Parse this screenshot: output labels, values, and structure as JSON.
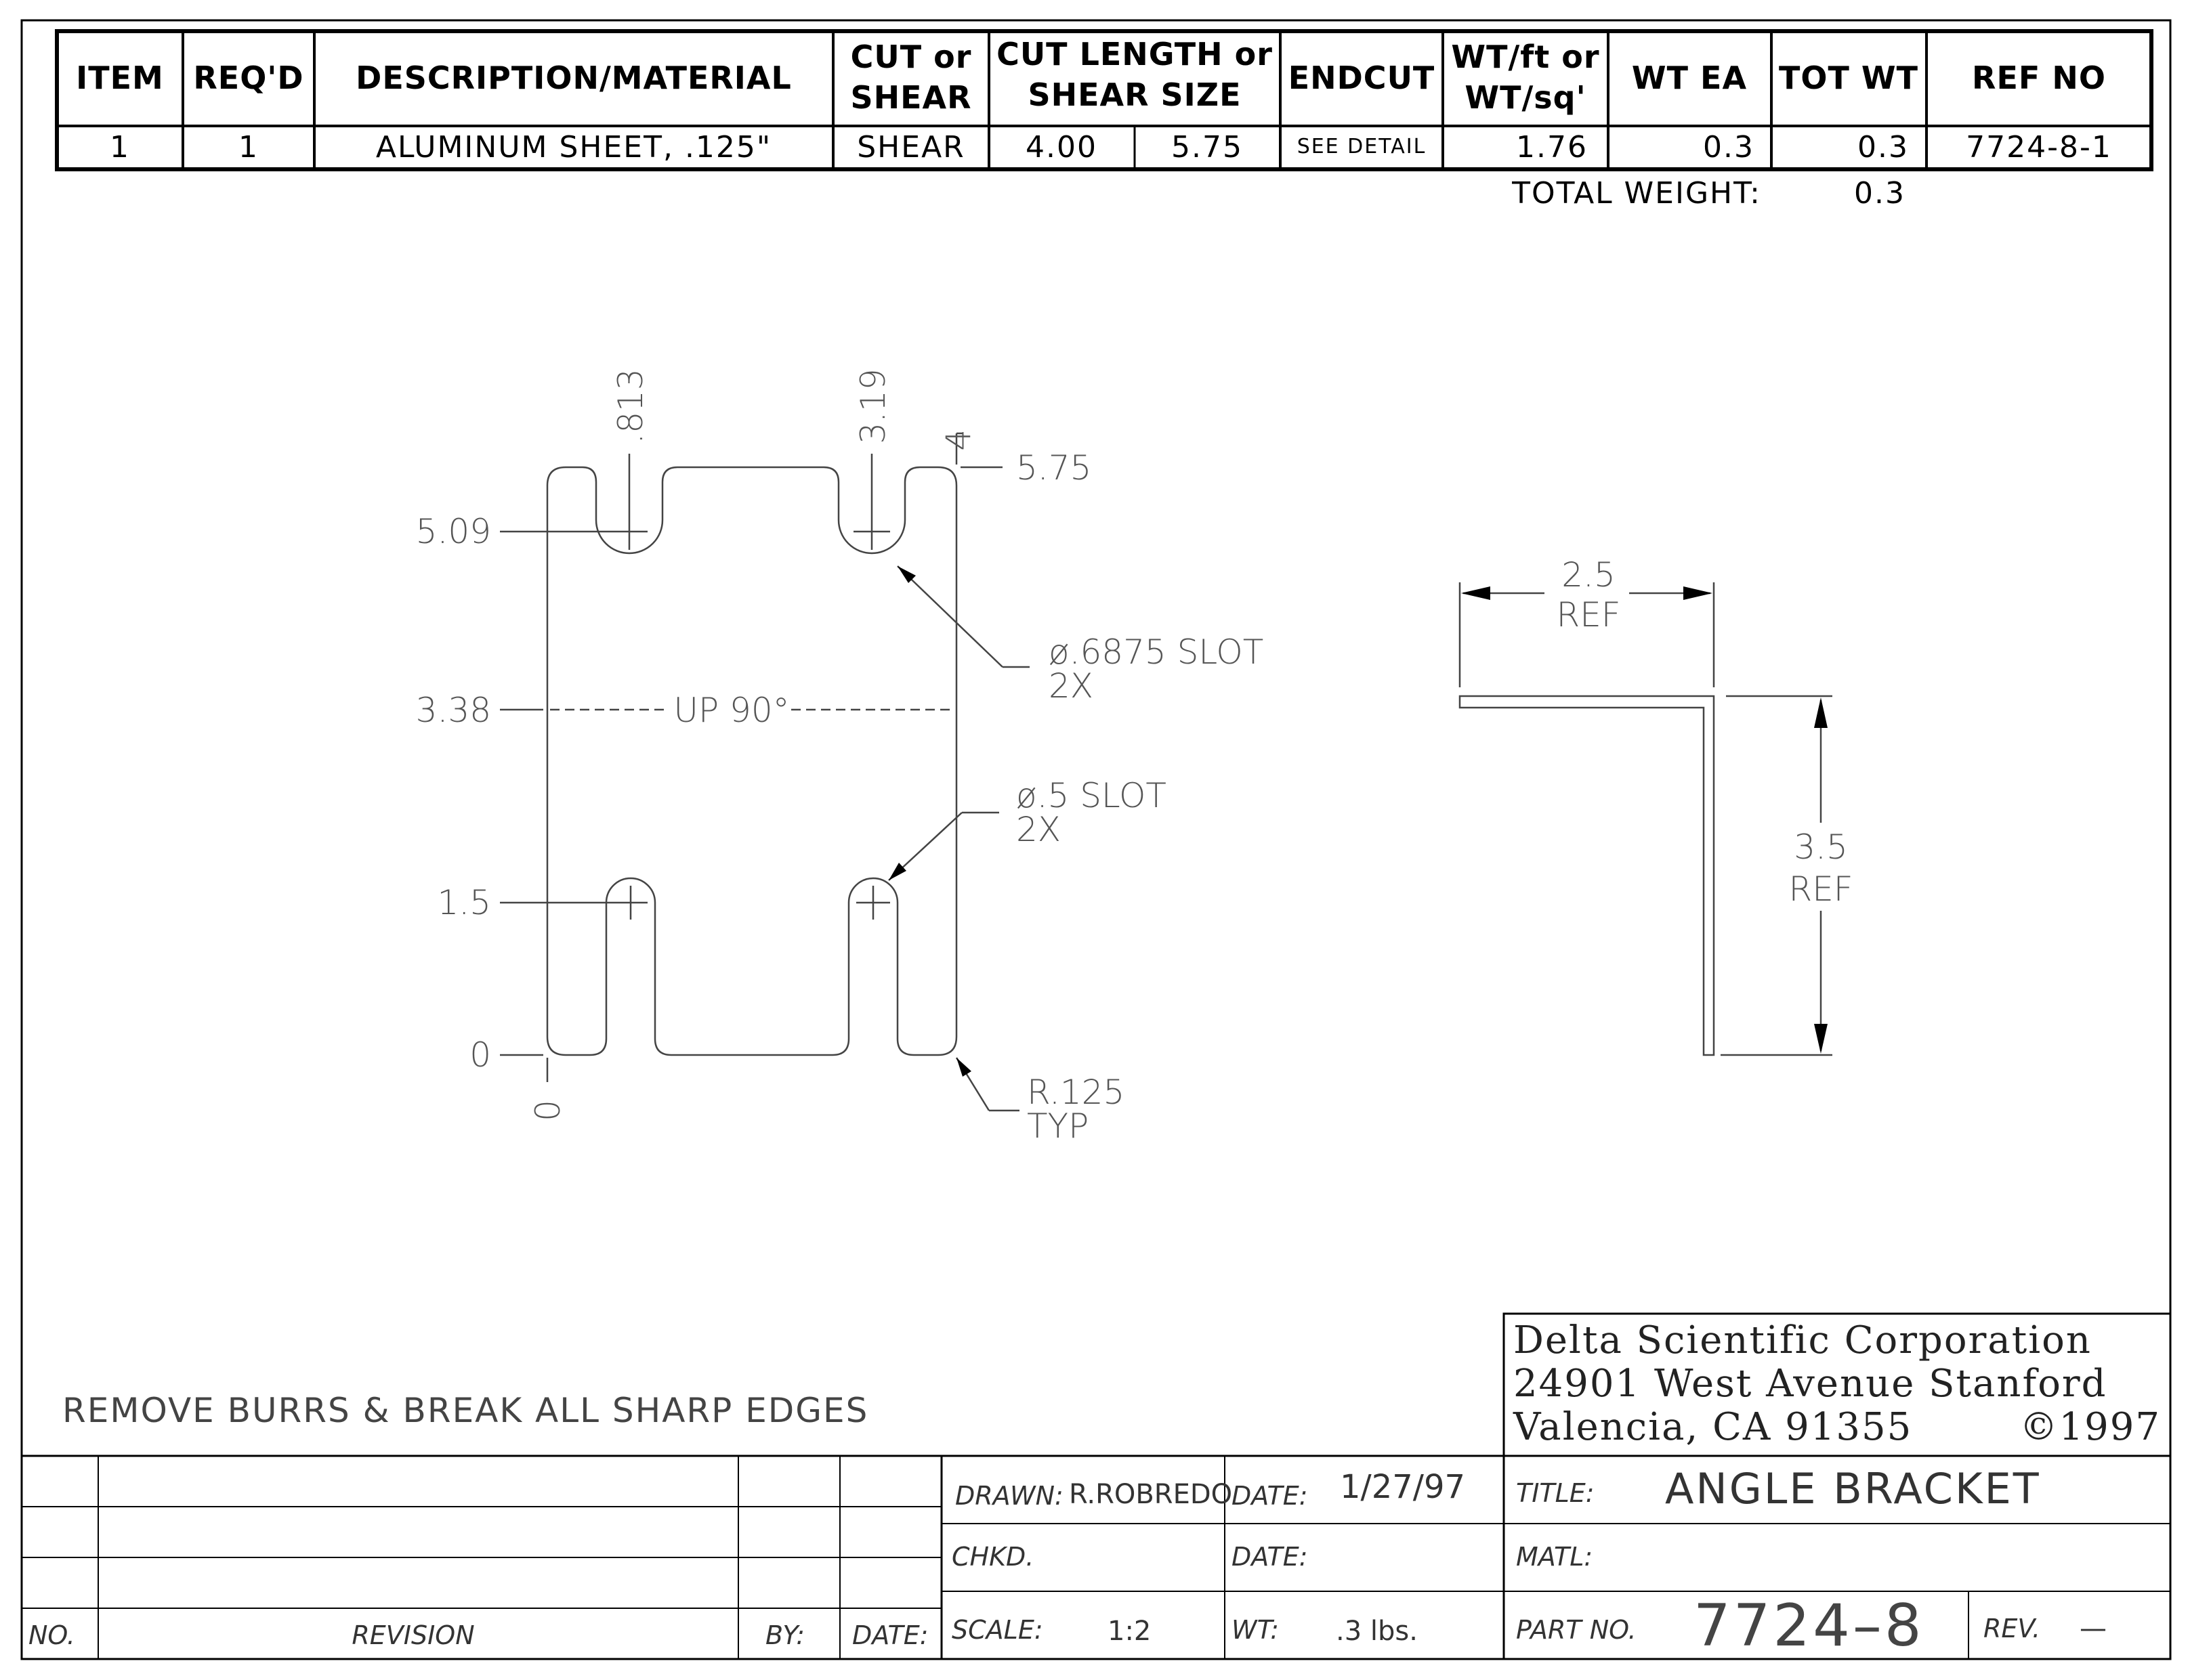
{
  "bom": {
    "headers": {
      "item": "ITEM",
      "reqd": "REQ'D",
      "description": "DESCRIPTION/MATERIAL",
      "cut_line1": "CUT or",
      "cut_line2": "SHEAR",
      "length_line1": "CUT LENGTH or",
      "length_line2": "SHEAR SIZE",
      "endcut": "ENDCUT",
      "wt_line1": "WT/ft or",
      "wt_line2": "WT/sq'",
      "wt_ea": "WT EA",
      "tot_wt": "TOT WT",
      "ref_no": "REF NO"
    },
    "rows": [
      {
        "item": "1",
        "reqd": "1",
        "description": "ALUMINUM SHEET, .125\"",
        "cut": "SHEAR",
        "length_a": "4.00",
        "length_b": "5.75",
        "endcut": "SEE DETAIL",
        "wt_ft": "1.76",
        "wt_ea": "0.3",
        "tot_wt": "0.3",
        "ref_no": "7724-8-1"
      }
    ],
    "total_label": "TOTAL WEIGHT:",
    "total_value": "0.3"
  },
  "flat_pattern": {
    "y_labels": [
      "5.09",
      "3.38",
      "1.5",
      "0"
    ],
    "x_label_zero": "0",
    "top_dims": [
      ".813",
      "3.19",
      "4"
    ],
    "top_right_dim": "5.75",
    "bend_note": "UP 90°",
    "callouts": {
      "large_slot_line1": "ø.6875 SLOT",
      "large_slot_line2": "2X",
      "small_slot_line1": "ø.5 SLOT",
      "small_slot_line2": "2X",
      "radius_line1": "R.125",
      "radius_line2": "TYP"
    }
  },
  "side_view": {
    "width_value": "2.5",
    "width_ref": "REF",
    "height_value": "3.5",
    "height_ref": "REF"
  },
  "general_note": "REMOVE BURRS & BREAK ALL SHARP EDGES",
  "company": {
    "line1": "Delta Scientific Corporation",
    "line2": "24901 West Avenue Stanford",
    "line3_left": "Valencia, CA 91355",
    "line3_right": "©1997"
  },
  "title_block": {
    "drawn_label": "DRAWN:",
    "drawn_value": "R.ROBREDO",
    "date_label": "DATE:",
    "date_value": "1/27/97",
    "chkd_label": "CHKD.",
    "date2_label": "DATE:",
    "scale_label": "SCALE:",
    "scale_value": "1:2",
    "wt_label": "WT:",
    "wt_value": ".3 lbs.",
    "title_label": "TITLE:",
    "title_value": "ANGLE BRACKET",
    "matl_label": "MATL:",
    "part_label": "PART NO.",
    "part_value": "7724–8",
    "rev_label": "REV.",
    "rev_value": "—"
  },
  "revision_block": {
    "no_label": "NO.",
    "revision_label": "REVISION",
    "by_label": "BY:",
    "date_label": "DATE:"
  }
}
